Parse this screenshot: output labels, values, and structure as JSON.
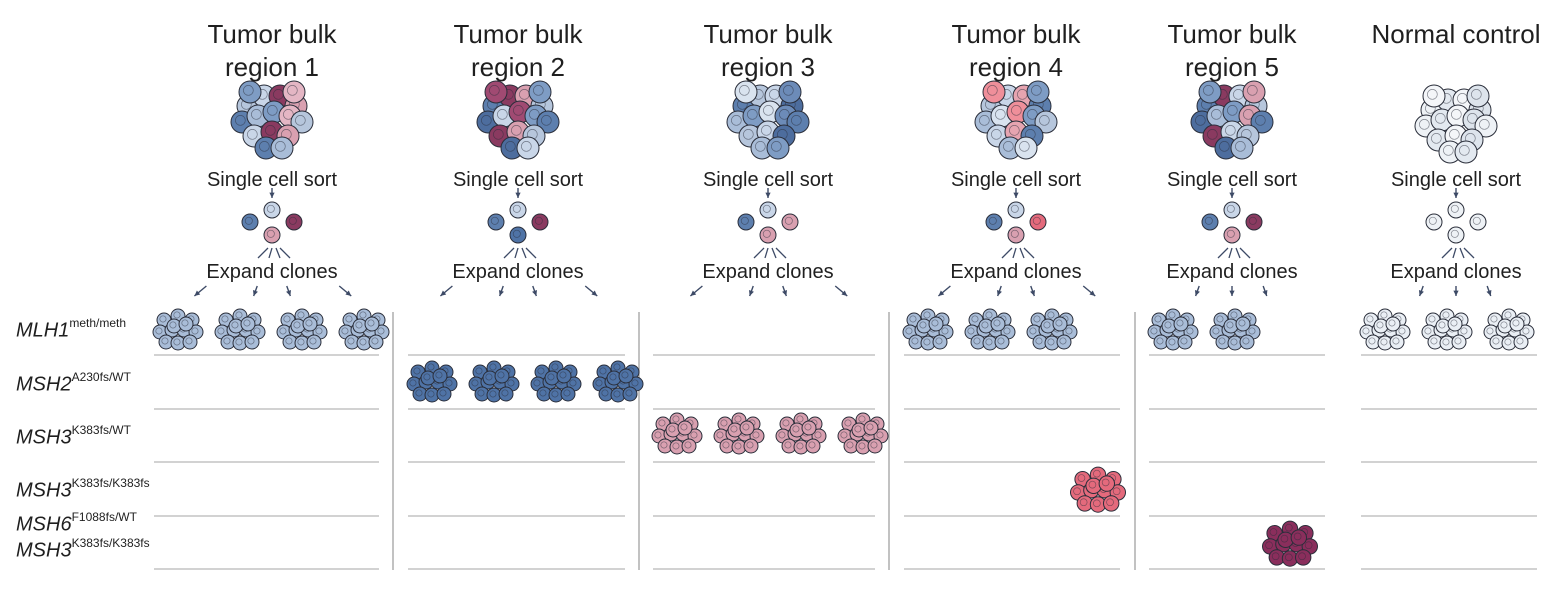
{
  "columns": [
    {
      "title_line1": "Tumor bulk",
      "title_line2": "region 1",
      "sort_label": "Single cell sort",
      "expand_label": "Expand clones",
      "bulk_colors": [
        "#b6c6dc",
        "#c9d6e8",
        "#8a3a60",
        "#d9a0b0",
        "#5d7fae",
        "#a9bdd8",
        "#7e9cc4",
        "#e4b6c4"
      ],
      "sorted": [
        "#5d7fae",
        "#c9d6e8",
        "#8a3a60",
        "#d9a0b0"
      ],
      "clones": {
        "0": 4
      }
    },
    {
      "title_line1": "Tumor bulk",
      "title_line2": "region 2",
      "sort_label": "Single cell sort",
      "expand_label": "Expand clones",
      "bulk_colors": [
        "#5d7fae",
        "#8a3a60",
        "#d9a0b0",
        "#b6c6dc",
        "#4d6d9e",
        "#c9d6e8",
        "#a04a72",
        "#7e9cc4"
      ],
      "sorted": [
        "#5d7fae",
        "#c9d6e8",
        "#8a3a60",
        "#4f73a6"
      ],
      "clones": {
        "1": 4
      }
    },
    {
      "title_line1": "Tumor bulk",
      "title_line2": "region 3",
      "sort_label": "Single cell sort",
      "expand_label": "Expand clones",
      "bulk_colors": [
        "#5d7fae",
        "#b6c6dc",
        "#c9d6e8",
        "#4d6d9e",
        "#a9bdd8",
        "#7e9cc4",
        "#d9e3ef",
        "#6c8bb8"
      ],
      "sorted": [
        "#5d7fae",
        "#c9d6e8",
        "#d9a0b0",
        "#d9a0b0"
      ],
      "clones": {
        "2": 4
      }
    },
    {
      "title_line1": "Tumor bulk",
      "title_line2": "region 4",
      "sort_label": "Single cell sort",
      "expand_label": "Expand clones",
      "bulk_colors": [
        "#b6c6dc",
        "#c9d6e8",
        "#e6a4b0",
        "#5d7fae",
        "#a9bdd8",
        "#d9e3ef",
        "#ef8f9a",
        "#7e9cc4"
      ],
      "sorted": [
        "#5d7fae",
        "#c9d6e8",
        "#e46a7c",
        "#d9a0b0"
      ],
      "clones": {
        "0": 3,
        "3": 1
      }
    },
    {
      "title_line1": "Tumor bulk",
      "title_line2": "region 5",
      "sort_label": "Single cell sort",
      "expand_label": "Expand clones",
      "bulk_colors": [
        "#5d7fae",
        "#8a3a60",
        "#c9d6e8",
        "#b6c6dc",
        "#4d6d9e",
        "#a9bdd8",
        "#7e9cc4",
        "#d9a0b0"
      ],
      "sorted": [
        "#5d7fae",
        "#c9d6e8",
        "#8a3a60",
        "#d9a0b0"
      ],
      "clones": {
        "0": 2,
        "4": 1
      }
    },
    {
      "title_line1": "",
      "title_line2": "Normal control",
      "sort_label": "Single cell sort",
      "expand_label": "Expand clones",
      "bulk_colors": [
        "#eef2f6",
        "#e3e9f0",
        "#f4f6f9",
        "#dde4ec"
      ],
      "sorted": [
        "#eef2f6",
        "#eef2f6",
        "#eef2f6",
        "#eef2f6"
      ],
      "clones": {
        "0": 3
      }
    }
  ],
  "rows": [
    {
      "gene": "MLH1",
      "mutation": "meth/meth"
    },
    {
      "gene": "MSH2",
      "mutation": "A230fs/WT"
    },
    {
      "gene": "MSH3",
      "mutation": "K383fs/WT"
    },
    {
      "gene": "MSH3",
      "mutation": "K383fs/K383fs"
    },
    {
      "gene": "MSH6",
      "mutation": "F1088fs/WT"
    },
    {
      "gene": "MSH3",
      "mutation": "K383fs/K383fs"
    }
  ],
  "genotype_colors": {
    "MLH1_meth": "#a9bdd8",
    "MSH2": "#4f73a6",
    "MSH3_het": "#d9a0b0",
    "MSH3_hom": "#e46a7c",
    "MSH6_MSH3": "#8a2e5c",
    "normal": "#eaeff5"
  }
}
